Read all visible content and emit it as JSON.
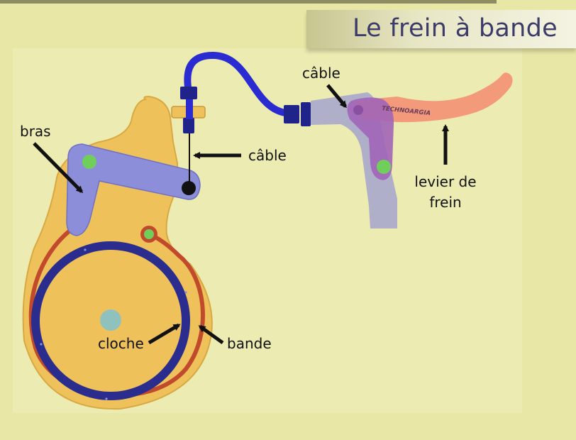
{
  "title": "Le frein à bande",
  "labels": {
    "bras": "bras",
    "cable_left": "câble",
    "cable_top": "câble",
    "lever_line1": "levier de",
    "lever_line2": "frein",
    "cloche": "cloche",
    "bande": "bande",
    "brand": "TECHNOARGIA"
  },
  "colors": {
    "background": "#e9e7a6",
    "body": "#eec15b",
    "arm": "#8d8ed9",
    "cable": "#2a2bd0",
    "band": "#c24a2c",
    "drum_ring": "#2a2c8e",
    "pivot": "#6fcf5a",
    "lever": "#f29a7a",
    "bracket": "#a9a9cd",
    "title": "#3d3b6a"
  }
}
